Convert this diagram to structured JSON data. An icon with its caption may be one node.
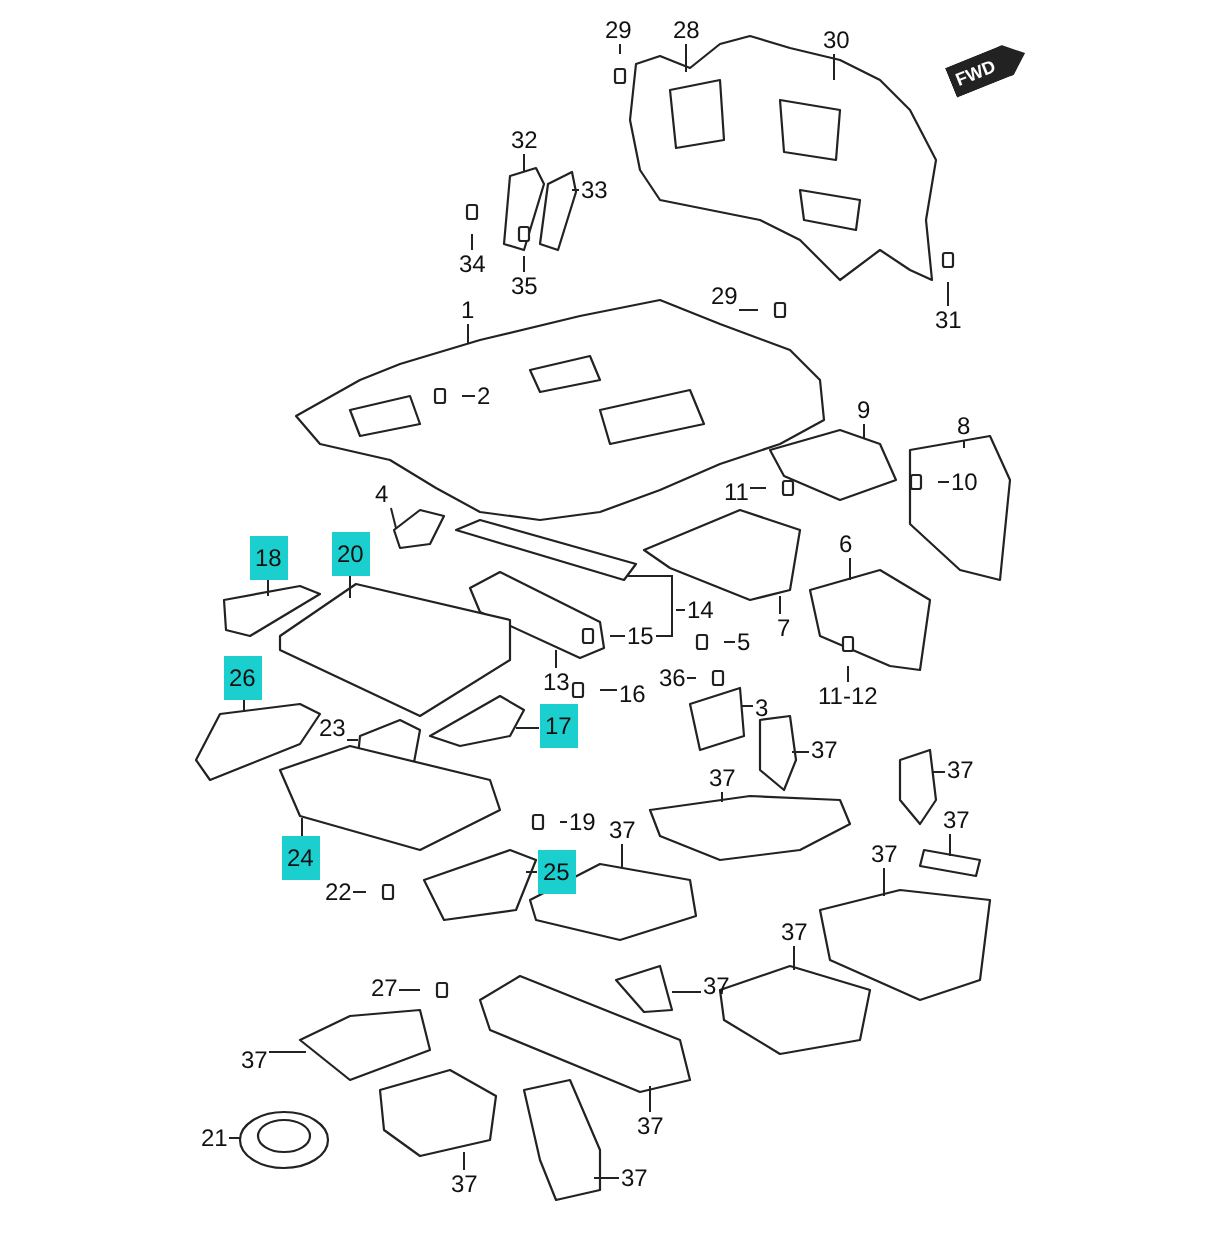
{
  "diagram": {
    "nodes": [
      {
        "text": [
          "29"
        ]
      },
      {
        "text": [
          "28"
        ]
      },
      {
        "text": [
          "30"
        ]
      },
      {
        "text": [
          "32"
        ]
      },
      {
        "text": [
          "33"
        ]
      },
      {
        "text": [
          "34"
        ]
      },
      {
        "text": [
          "35"
        ]
      },
      {
        "text": [
          "1"
        ]
      },
      {
        "text": [
          "29"
        ]
      },
      {
        "text": [
          "31"
        ]
      },
      {
        "text": [
          "2"
        ]
      },
      {
        "text": [
          "9"
        ]
      },
      {
        "text": [
          "8"
        ]
      },
      {
        "text": [
          "11"
        ]
      },
      {
        "text": [
          "10"
        ]
      },
      {
        "text": [
          "4"
        ]
      },
      {
        "text": [
          "18"
        ]
      },
      {
        "text": [
          "20"
        ]
      },
      {
        "text": [
          "7"
        ]
      },
      {
        "text": [
          "6"
        ]
      },
      {
        "text": [
          "14"
        ]
      },
      {
        "text": [
          "15"
        ]
      },
      {
        "text": [
          "5"
        ]
      },
      {
        "text": [
          "36"
        ]
      },
      {
        "text": [
          "26"
        ]
      },
      {
        "text": [
          "13"
        ]
      },
      {
        "text": [
          "16"
        ]
      },
      {
        "text": [
          "3"
        ]
      },
      {
        "text": [
          "11-12"
        ]
      },
      {
        "text": [
          "17"
        ]
      },
      {
        "text": [
          "37"
        ]
      },
      {
        "text": [
          "37"
        ]
      },
      {
        "text": [
          "23"
        ]
      },
      {
        "text": [
          "37"
        ]
      },
      {
        "text": [
          "24"
        ]
      },
      {
        "text": [
          "19"
        ]
      },
      {
        "text": [
          "37"
        ]
      },
      {
        "text": [
          "37"
        ]
      },
      {
        "text": [
          "37"
        ]
      },
      {
        "text": [
          "25"
        ]
      },
      {
        "text": [
          "22"
        ]
      },
      {
        "text": [
          "37"
        ]
      },
      {
        "text": [
          "27"
        ]
      },
      {
        "text": [
          "37"
        ]
      },
      {
        "text": [
          "37"
        ]
      },
      {
        "text": [
          "37"
        ]
      },
      {
        "text": [
          "21"
        ]
      },
      {
        "text": [
          "37"
        ]
      },
      {
        "text": [
          "37"
        ]
      }
    ],
    "edges": [
      {
        "from": 0,
        "to": null,
        "arrow": "none"
      },
      {
        "from": 1,
        "to": null,
        "arrow": "none"
      },
      {
        "from": 2,
        "to": null,
        "arrow": "none"
      },
      {
        "from": 3,
        "to": null,
        "arrow": "none"
      },
      {
        "from": 4,
        "to": null,
        "arrow": "none"
      },
      {
        "from": 5,
        "to": null,
        "arrow": "none"
      },
      {
        "from": 6,
        "to": null,
        "arrow": "none"
      },
      {
        "from": 7,
        "to": null,
        "arrow": "none"
      },
      {
        "from": 8,
        "to": null,
        "arrow": "none"
      },
      {
        "from": 9,
        "to": null,
        "arrow": "none"
      },
      {
        "from": 10,
        "to": null,
        "arrow": "none"
      },
      {
        "from": 11,
        "to": null,
        "arrow": "none"
      },
      {
        "from": 12,
        "to": null,
        "arrow": "none"
      },
      {
        "from": 13,
        "to": null,
        "arrow": "none"
      },
      {
        "from": 14,
        "to": null,
        "arrow": "none"
      },
      {
        "from": 15,
        "to": null,
        "arrow": "none"
      },
      {
        "from": 16,
        "to": null,
        "arrow": "none"
      },
      {
        "from": 17,
        "to": null,
        "arrow": "none"
      },
      {
        "from": 18,
        "to": null,
        "arrow": "none"
      },
      {
        "from": 19,
        "to": null,
        "arrow": "none"
      },
      {
        "from": 20,
        "to": null,
        "arrow": "none"
      },
      {
        "from": 21,
        "to": null,
        "arrow": "none"
      },
      {
        "from": 22,
        "to": null,
        "arrow": "none"
      },
      {
        "from": 23,
        "to": null,
        "arrow": "none"
      },
      {
        "from": 24,
        "to": null,
        "arrow": "none"
      },
      {
        "from": 25,
        "to": null,
        "arrow": "none"
      },
      {
        "from": 26,
        "to": null,
        "arrow": "none"
      },
      {
        "from": 27,
        "to": null,
        "arrow": "none"
      },
      {
        "from": 28,
        "to": null,
        "arrow": "none"
      },
      {
        "from": 29,
        "to": null,
        "arrow": "none"
      },
      {
        "from": 30,
        "to": null,
        "arrow": "none"
      },
      {
        "from": 31,
        "to": null,
        "arrow": "none"
      },
      {
        "from": 32,
        "to": null,
        "arrow": "none"
      },
      {
        "from": 33,
        "to": null,
        "arrow": "none"
      },
      {
        "from": 34,
        "to": null,
        "arrow": "none"
      },
      {
        "from": 35,
        "to": null,
        "arrow": "none"
      },
      {
        "from": 36,
        "to": null,
        "arrow": "none"
      },
      {
        "from": 37,
        "to": null,
        "arrow": "none"
      },
      {
        "from": 38,
        "to": null,
        "arrow": "none"
      },
      {
        "from": 39,
        "to": null,
        "arrow": "none"
      },
      {
        "from": 40,
        "to": null,
        "arrow": "none"
      },
      {
        "from": 41,
        "to": null,
        "arrow": "none"
      },
      {
        "from": 42,
        "to": null,
        "arrow": "none"
      },
      {
        "from": 43,
        "to": null,
        "arrow": "none"
      },
      {
        "from": 44,
        "to": null,
        "arrow": "none"
      },
      {
        "from": 45,
        "to": null,
        "arrow": "none"
      },
      {
        "from": 46,
        "to": null,
        "arrow": "none"
      },
      {
        "from": 47,
        "to": null,
        "arrow": "none"
      },
      {
        "from": 48,
        "to": null,
        "arrow": "none"
      }
    ],
    "labels": [
      "FWD"
    ]
  }
}
